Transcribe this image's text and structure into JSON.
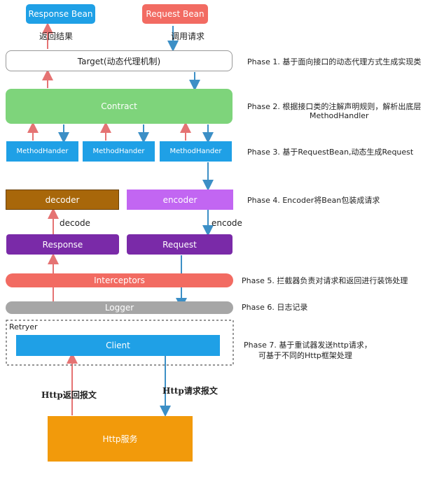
{
  "top": {
    "response_bean": "Response Bean",
    "request_bean": "Request Bean",
    "return_result": "返回结果",
    "call_request": "调用请求"
  },
  "target": "Target(动态代理机制)",
  "contract": "Contract",
  "method_handlers": [
    "MethodHander",
    "MethodHander",
    "MethodHander"
  ],
  "decoder": "decoder",
  "encoder": "encoder",
  "decode_label": "decode",
  "encode_label": "encode",
  "response": "Response",
  "request": "Request",
  "interceptors": "Interceptors",
  "logger": "Logger",
  "retryer": "Retryer",
  "client": "Client",
  "http_return": "Http返回报文",
  "http_request": "Http请求报文",
  "http_service": "Http服务",
  "phases": {
    "p1": "Phase 1. 基于面向接口的动态代理方式生成实现类",
    "p2_line1": "Phase 2. 根据接口类的注解声明规则，解析出底层",
    "p2_line2": "MethodHandler",
    "p3": "Phase 3. 基于RequestBean,动态生成Request",
    "p4": "Phase 4. Encoder将Bean包装成请求",
    "p5": "Phase 5. 拦截器负责对请求和返回进行装饰处理",
    "p6": "Phase 6. 日志记录",
    "p7_line1": "Phase 7. 基于重试器发送http请求，",
    "p7_line2": "可基于不同的Http框架处理"
  },
  "colors": {
    "blue": "#1fa0e6",
    "salmon": "#f26b62",
    "green": "#7ed47b",
    "brown": "#a8670a",
    "violet": "#c266f2",
    "purple": "#7a2aa8",
    "gray": "#a6a6a6",
    "orange": "#f29a0b",
    "up_arrow": "#e57373",
    "down_arrow": "#3c8fc6"
  }
}
